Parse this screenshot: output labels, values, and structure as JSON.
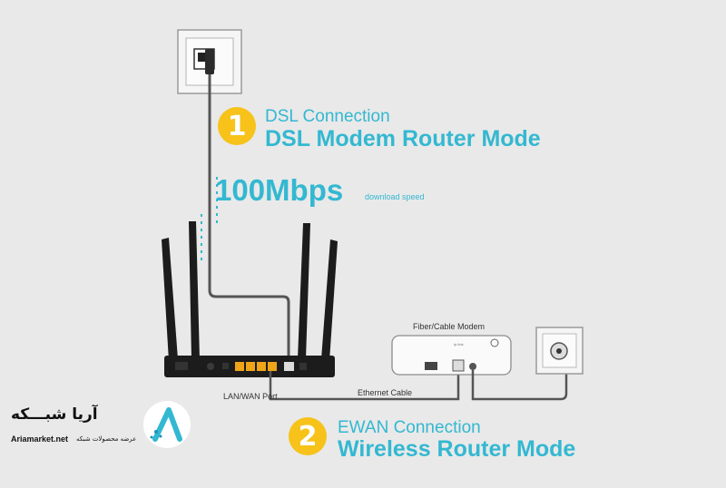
{
  "mode1": {
    "number": "1",
    "title": "DSL Connection",
    "subtitle": "DSL Modem Router Mode"
  },
  "speed": {
    "value": "100Mbps",
    "note": "download speed"
  },
  "mode2": {
    "number": "2",
    "title": "EWAN Connection",
    "subtitle": "Wireless Router Mode"
  },
  "labels": {
    "modem": "Fiber/Cable Modem",
    "port": "LAN/WAN Port",
    "cable": "Ethernet Cable"
  },
  "brand": {
    "name_fa": "آریا شبـــکه",
    "tagline_fa": "عرضه محصولات شبکه",
    "url": "Ariamarket.net"
  },
  "colors": {
    "accent": "#33b8d1",
    "badge": "#f7c21a",
    "background": "#e9e9e9",
    "router": "#1c1c1c",
    "lan_ports": "#f0a418"
  }
}
